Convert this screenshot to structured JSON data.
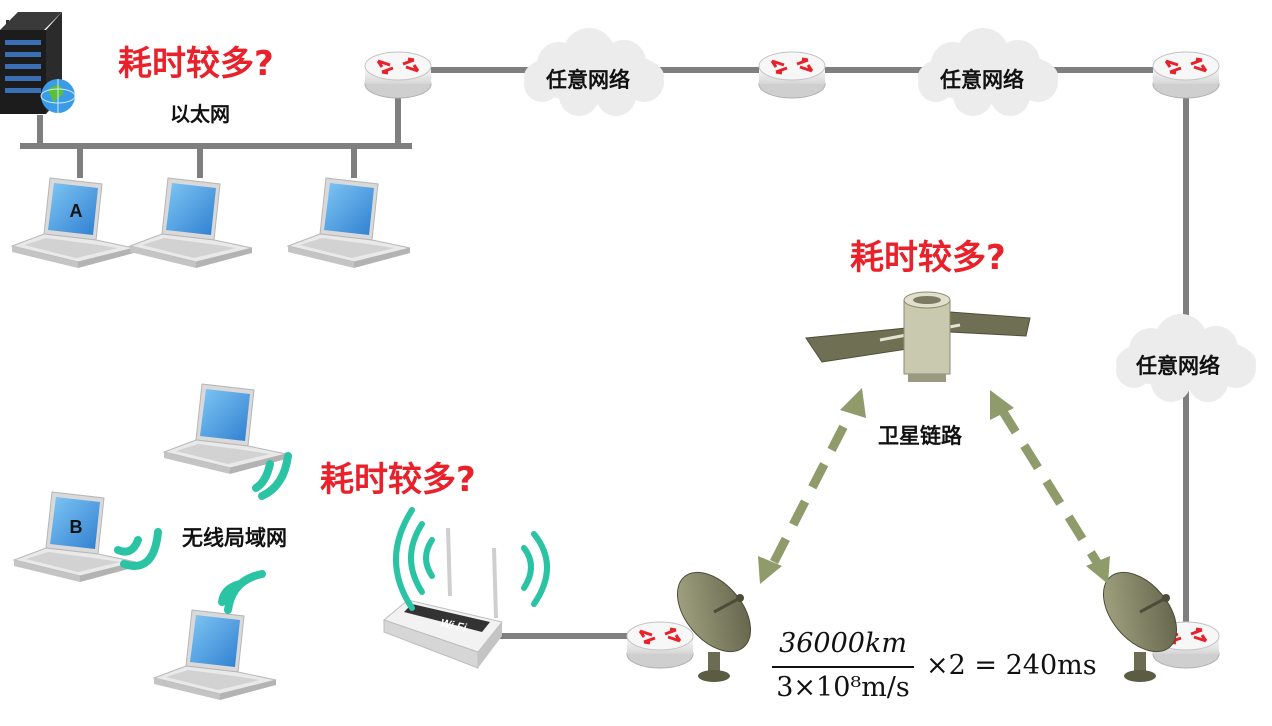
{
  "labels": {
    "ethernet": "以太网",
    "any_network": "任意网络",
    "wlan": "无线局域网",
    "satellite_link": "卫星链路"
  },
  "questions": {
    "q1": "耗时较多?",
    "q2": "耗时较多?",
    "q3": "耗时较多?"
  },
  "hosts": {
    "a": "A",
    "b": "B"
  },
  "wifi_badge": "Wi Fi",
  "formula": {
    "numerator": "36000km",
    "denominator": "3×10⁸m/s",
    "rest": "×2 = 240ms"
  },
  "colors": {
    "red_text": "#e8212a",
    "wire": "#7f7f7f",
    "wifi_waves": "#2ac3a4",
    "dashed_arrow": "#8f9b6a",
    "laptop_screen": "#3d9ae0",
    "cloud": "#ededed"
  },
  "icons": [
    "server-icon",
    "router-icon",
    "cloud-icon",
    "laptop-icon",
    "wifi-router-icon",
    "satellite-icon",
    "satellite-dish-icon",
    "wifi-signal-icon"
  ]
}
